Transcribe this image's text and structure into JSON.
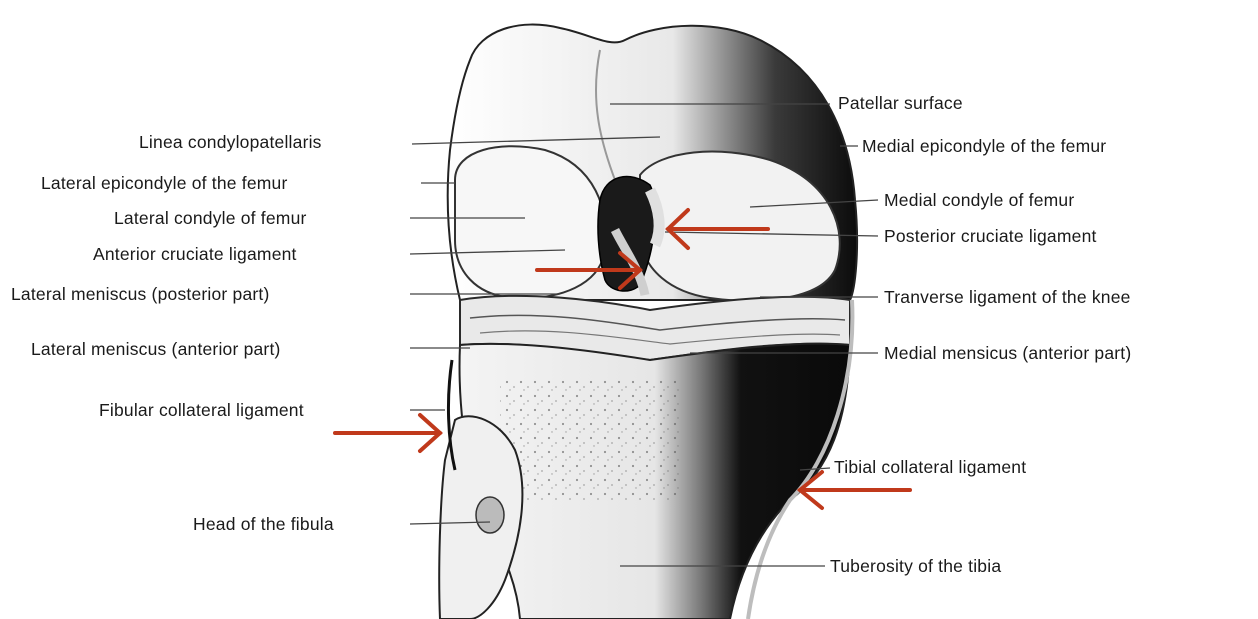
{
  "diagram": {
    "labels_left": [
      {
        "id": "linea-condylopatellaris",
        "text": "Linea condylopatellaris"
      },
      {
        "id": "lateral-epicondyle-femur",
        "text": "Lateral epicondyle of the femur"
      },
      {
        "id": "lateral-condyle-femur",
        "text": "Lateral condyle of femur"
      },
      {
        "id": "anterior-cruciate-ligament",
        "text": "Anterior cruciate ligament"
      },
      {
        "id": "lateral-meniscus-posterior",
        "text": "Lateral meniscus (posterior part)"
      },
      {
        "id": "lateral-meniscus-anterior",
        "text": "Lateral meniscus (anterior part)"
      },
      {
        "id": "fibular-collateral-ligament",
        "text": "Fibular collateral ligament"
      },
      {
        "id": "head-of-fibula",
        "text": "Head of the fibula"
      }
    ],
    "labels_right": [
      {
        "id": "patellar-surface",
        "text": "Patellar surface"
      },
      {
        "id": "medial-epicondyle-femur",
        "text": "Medial epicondyle of the femur"
      },
      {
        "id": "medial-condyle-femur",
        "text": "Medial condyle of femur"
      },
      {
        "id": "posterior-cruciate-ligament",
        "text": "Posterior cruciate ligament"
      },
      {
        "id": "transverse-ligament-knee",
        "text": "Tranverse ligament of the knee"
      },
      {
        "id": "medial-meniscus-anterior",
        "text": "Medial mensicus (anterior part)"
      },
      {
        "id": "tibial-collateral-ligament",
        "text": "Tibial collateral ligament"
      },
      {
        "id": "tuberosity-tibia",
        "text": "Tuberosity of the tibia"
      }
    ],
    "arrow_color": "#c0391b",
    "ink_color": "#111111"
  }
}
